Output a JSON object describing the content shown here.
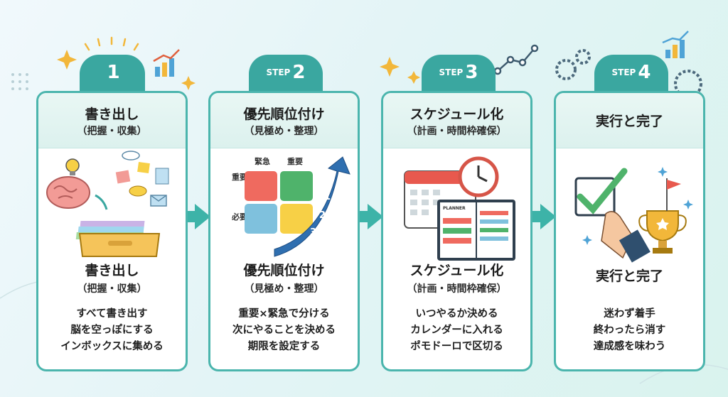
{
  "steps": [
    {
      "step_label": "",
      "number": "1",
      "head_title": "書き出し",
      "head_sub": "（把握・収集）",
      "body_title": "書き出し",
      "body_sub": "（把握・収集）",
      "lines": [
        "すべて書き出す",
        "脳を空っぽにする",
        "インボックスに集める"
      ]
    },
    {
      "step_label": "STEP",
      "number": "2",
      "head_title": "優先順位付け",
      "head_sub": "（見極め・整理）",
      "body_title": "優先順位付け",
      "body_sub": "（見極め・整理）",
      "lines": [
        "重要×緊急で分ける",
        "次にやることを決める",
        "期限を設定する"
      ]
    },
    {
      "step_label": "STEP",
      "number": "3",
      "head_title": "スケジュール化",
      "head_sub": "（計画・時間枠確保）",
      "body_title": "スケジュール化",
      "body_sub": "（計画・時間枠確保）",
      "lines": [
        "いつやるか決める",
        "カレンダーに入れる",
        "ポモドーロで区切る"
      ]
    },
    {
      "step_label": "STEP",
      "number": "4",
      "head_title": "実行と完了",
      "head_sub": "",
      "body_title": "実行と完了",
      "body_sub": "",
      "lines": [
        "迷わず着手",
        "終わったら消す",
        "達成感を味わう"
      ]
    }
  ],
  "matrix": {
    "col1": "緊急",
    "col2": "重要",
    "row1": "重要",
    "row2": "必要",
    "order": [
      "1",
      "2",
      "3"
    ]
  },
  "planner_label": "PLANNER",
  "colors": {
    "teal": "#3aa7a0",
    "border": "#4bb5ad",
    "arrow": "#3db3a8",
    "red": "#ef6a5f",
    "green": "#4fb36b",
    "blue": "#7fc1dd",
    "yellow": "#f7d046"
  },
  "icons": [
    "lightbulb-icon",
    "brain-icon",
    "inbox-tray-icon",
    "mail-icon",
    "calendar-icon",
    "clock-icon",
    "planner-icon",
    "checkbox-icon",
    "trophy-icon",
    "flag-icon",
    "gear-icon",
    "bar-chart-icon",
    "sparkle-icon",
    "arrow-right-icon"
  ]
}
